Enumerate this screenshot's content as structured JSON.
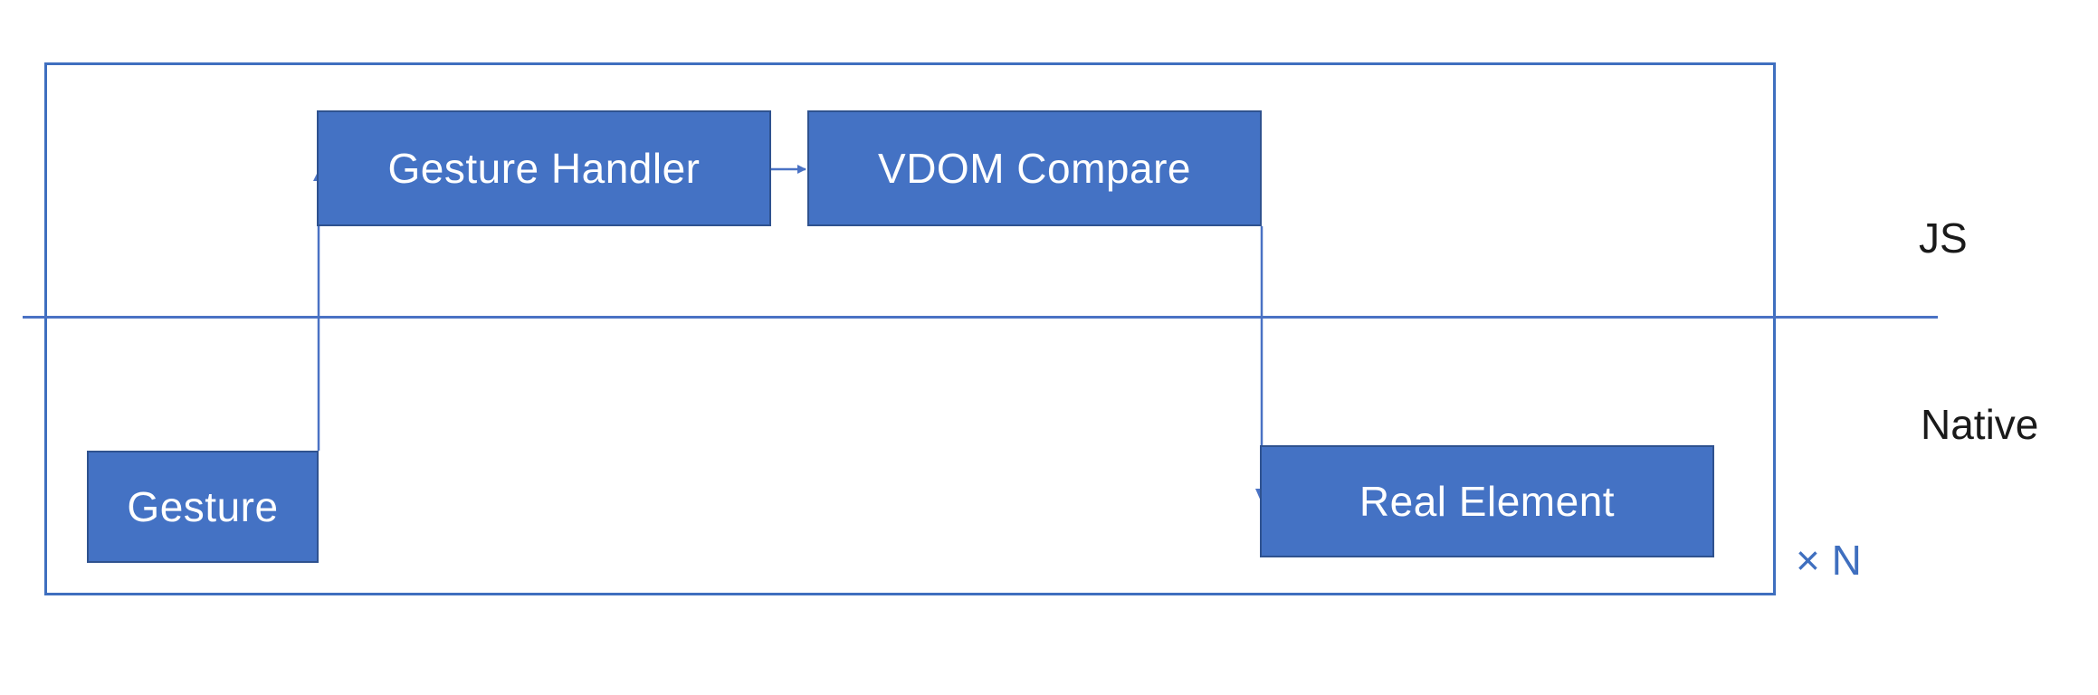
{
  "diagram": {
    "nodes": {
      "gesture": "Gesture",
      "gesture_handler": "Gesture Handler",
      "vdom_compare": "VDOM Compare",
      "real_element": "Real Element"
    },
    "layers": {
      "js": "JS",
      "native": "Native"
    },
    "repeat_label": "× N",
    "edges": [
      {
        "from": "gesture",
        "to": "gesture_handler"
      },
      {
        "from": "gesture_handler",
        "to": "vdom_compare"
      },
      {
        "from": "vdom_compare",
        "to": "real_element"
      }
    ],
    "colors": {
      "box_fill": "#4472c4",
      "box_border": "#2f528f",
      "line": "#4a72c4",
      "repeat_text": "#3f6fbf"
    }
  }
}
